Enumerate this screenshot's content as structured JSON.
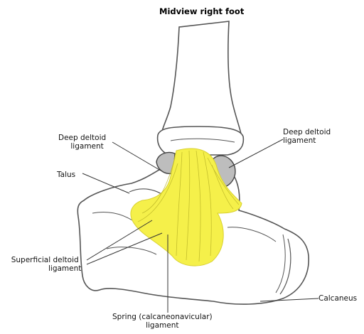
{
  "title": "Midview right foot",
  "labels": {
    "deep_deltoid_left": [
      "Deep deltoid",
      "ligament"
    ],
    "deep_deltoid_right": [
      "Deep deltoid",
      "ligament"
    ],
    "talus": "Talus",
    "superficial_deltoid": [
      "Superficial deltoid",
      "ligament"
    ],
    "spring": [
      "Spring (calcaneonavicular)",
      "ligament"
    ],
    "calcaneus": "Calcaneus"
  },
  "colors": {
    "ligament": "#f5f04a",
    "outline": "#555555",
    "leader": "#333333"
  }
}
